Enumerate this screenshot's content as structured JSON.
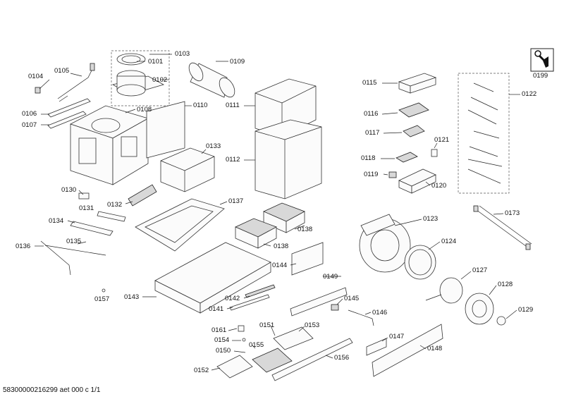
{
  "labels": {
    "p0103": "0103",
    "p0101": "0101",
    "p0109": "0109",
    "p0104": "0104",
    "p0105": "0105",
    "p0102": "0102",
    "p0106": "0106",
    "p0107": "0107",
    "p0108": "0108",
    "p0110": "0110",
    "p0111": "0111",
    "p0112": "0112",
    "p0133": "0133",
    "p0130": "0130",
    "p0131": "0131",
    "p0132": "0132",
    "p0137": "0137",
    "p0134": "0134",
    "p0135": "0135",
    "p0136": "0136",
    "p0157": "0157",
    "p0143": "0143",
    "p0142": "0142",
    "p0141": "0141",
    "p0138a": "0138",
    "p0138b": "0138",
    "p0144": "0144",
    "p0149": "0149",
    "p0145": "0145",
    "p0146": "0146",
    "p0161": "0161",
    "p0154": "0154",
    "p0151": "0151",
    "p0153": "0153",
    "p0155": "0155",
    "p0150": "0150",
    "p0152": "0152",
    "p0156": "0156",
    "p0147": "0147",
    "p0148": "0148",
    "p0115": "0115",
    "p0116": "0116",
    "p0117": "0117",
    "p0121": "0121",
    "p0118": "0118",
    "p0119": "0119",
    "p0120": "0120",
    "p0122": "0122",
    "p0123": "0123",
    "p0124": "0124",
    "p0127": "0127",
    "p0128": "0128",
    "p0129": "0129",
    "p0173": "0173",
    "p0199": "0199"
  },
  "footer": "58300000216299 aet 000 c 1/1",
  "icons": {
    "service": "wrench-icon"
  }
}
